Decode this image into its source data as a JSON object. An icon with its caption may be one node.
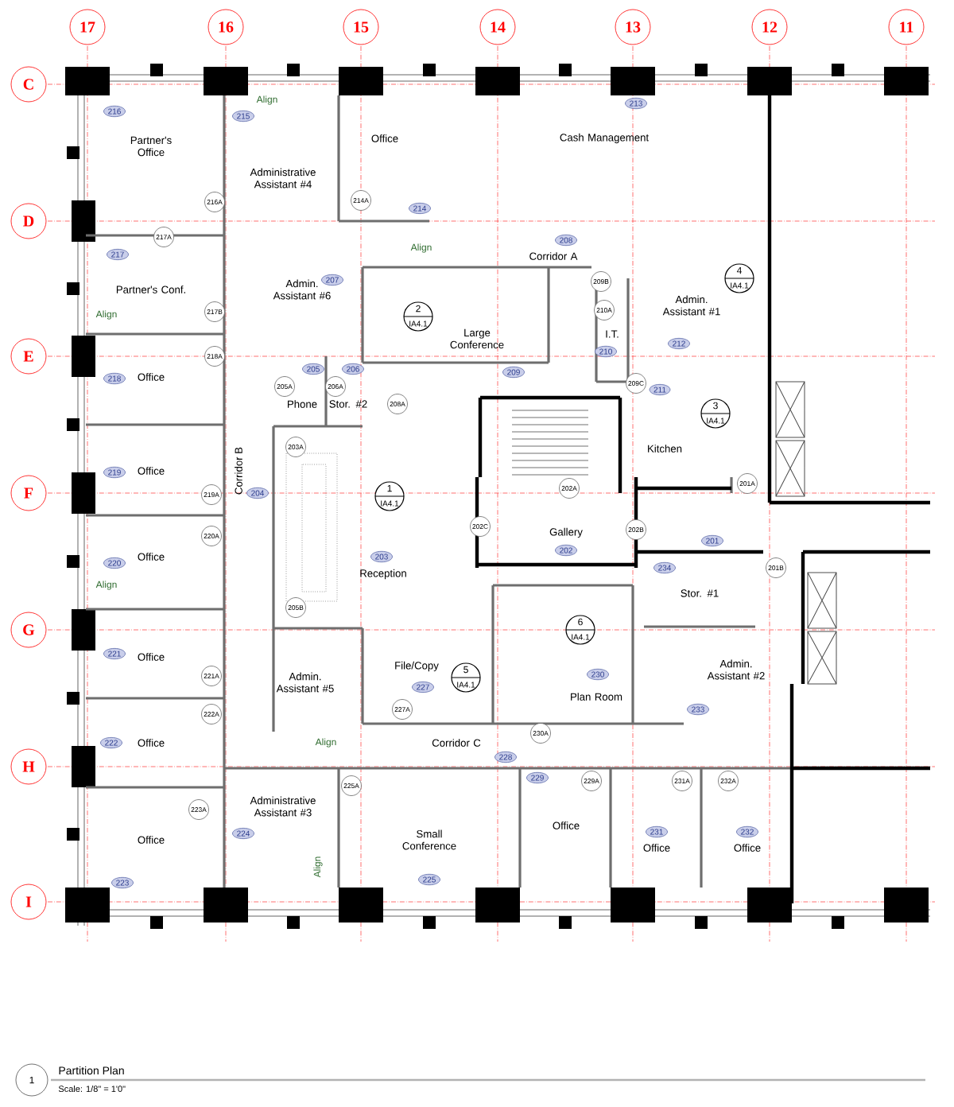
{
  "diagram": {
    "title": "Partition Plan",
    "caption": "Scale: 1/8\" = 1'0\"",
    "labels": [
      "17",
      "16",
      "15",
      "14",
      "13",
      "12",
      "11",
      "C",
      "D",
      "E",
      "F",
      "G",
      "H",
      "I",
      "213",
      "216",
      "215",
      "Align",
      "Partner's Office",
      "Office",
      "Cash Management",
      "Administrative Assistant #4",
      "214",
      "216A",
      "214A",
      "217A",
      "217",
      "Align",
      "208",
      "Corridor A",
      "Admin. Assistant #6",
      "207",
      "Partner's Conf.",
      "Large Conference",
      "Admin. Assistant #1",
      "209B",
      "210A",
      "I.T.",
      "212",
      "210",
      "Align",
      "217B",
      "218A",
      "218",
      "Office",
      "205",
      "206",
      "209",
      "Phone",
      "Stor. #2",
      "205A",
      "206A",
      "208A",
      "211",
      "209C",
      "Kitchen",
      "219",
      "Office",
      "203A",
      "202A",
      "201A",
      "219A",
      "204",
      "Corridor B",
      "220A",
      "202C",
      "202B",
      "Gallery",
      "202",
      "201",
      "203",
      "Reception",
      "220",
      "Office",
      "234",
      "201B",
      "Align",
      "Stor. #1",
      "205B",
      "221",
      "Office",
      "221A",
      "File/Copy",
      "230",
      "Admin. Assistant #2",
      "Admin. Assistant #5",
      "227A",
      "227",
      "Plan Room",
      "233",
      "222A",
      "230A",
      "222",
      "Office",
      "Align",
      "Corridor C",
      "228",
      "229",
      "225A",
      "229A",
      "231A",
      "232A",
      "Administrative Assistant #3",
      "223A",
      "Small Conference",
      "Office",
      "231",
      "232",
      "Office",
      "224",
      "Office",
      "Office",
      "Align",
      "225",
      "223",
      "1",
      "2",
      "IA4.1",
      "4",
      "IA4.1",
      "3",
      "IA4.1",
      "1",
      "IA4.1",
      "6",
      "IA4.1",
      "5",
      "IA4.1"
    ]
  }
}
